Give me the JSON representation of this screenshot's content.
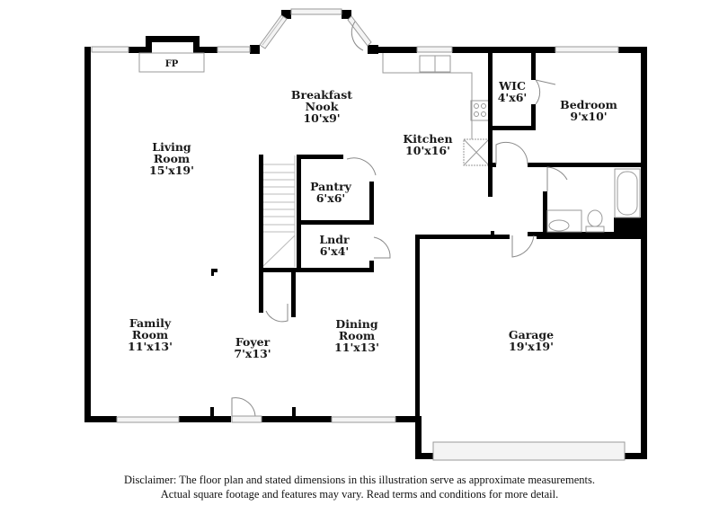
{
  "plan": {
    "rooms": [
      {
        "id": "fireplace",
        "name": "FP",
        "dims": ""
      },
      {
        "id": "breakfast-nook",
        "name_line1": "Breakfast",
        "name_line2": "Nook",
        "dims": "10'x9'"
      },
      {
        "id": "living-room",
        "name_line1": "Living",
        "name_line2": "Room",
        "dims": "15'x19'"
      },
      {
        "id": "kitchen",
        "name": "Kitchen",
        "dims": "10'x16'"
      },
      {
        "id": "wic",
        "name": "WIC",
        "dims": "4'x6'"
      },
      {
        "id": "bedroom",
        "name": "Bedroom",
        "dims": "9'x10'"
      },
      {
        "id": "pantry",
        "name": "Pantry",
        "dims": "6'x6'"
      },
      {
        "id": "laundry",
        "name": "Lndr",
        "dims": "6'x4'"
      },
      {
        "id": "family-room",
        "name_line1": "Family",
        "name_line2": "Room",
        "dims": "11'x13'"
      },
      {
        "id": "foyer",
        "name": "Foyer",
        "dims": "7'x13'"
      },
      {
        "id": "dining-room",
        "name_line1": "Dining",
        "name_line2": "Room",
        "dims": "11'x13'"
      },
      {
        "id": "garage",
        "name": "Garage",
        "dims": "19'x19'"
      }
    ]
  },
  "disclaimer": {
    "line1": "Disclaimer: The floor plan and stated dimensions in this illustration serve as approximate measurements.",
    "line2": "Actual square footage and features may vary. Read terms and conditions for more detail."
  },
  "colors": {
    "wall": "#000000",
    "fixture": "#9a9a9a",
    "background": "#ffffff"
  }
}
